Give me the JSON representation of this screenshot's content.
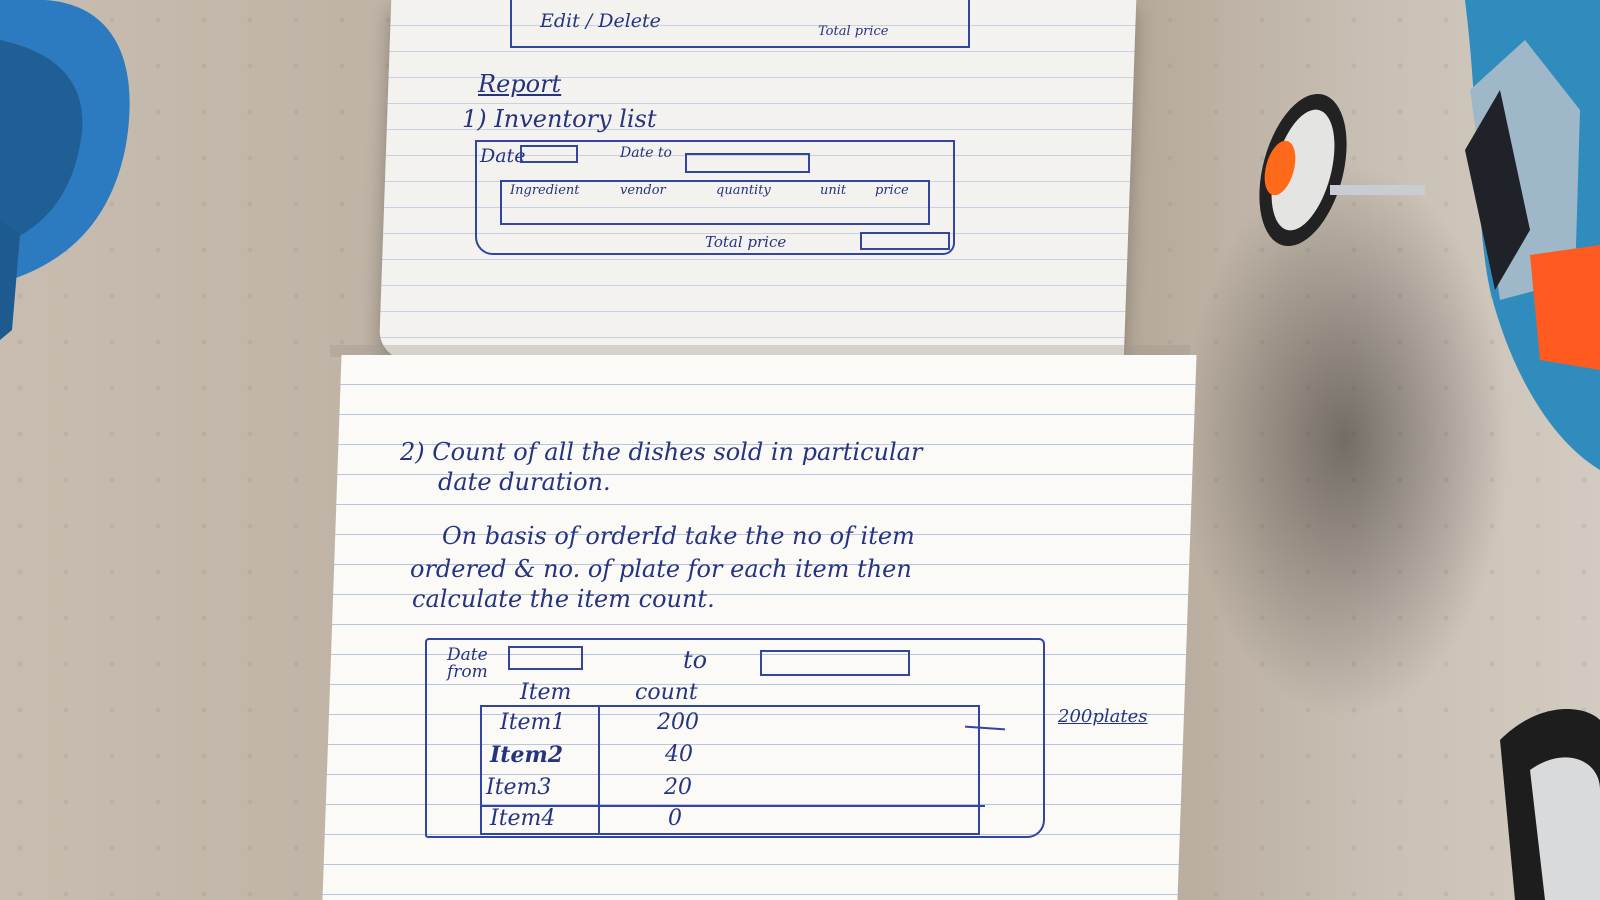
{
  "note_top": {
    "edit_delete": "Edit / Delete",
    "total_price_top": "Total price",
    "report_heading": "Report",
    "inventory": "1) Inventory list",
    "date_label": "Date",
    "to_label": "Date to",
    "headers": [
      "Ingredient",
      "vendor",
      "quantity",
      "unit",
      "price"
    ],
    "total_price_bottom": "Total price"
  },
  "note_bottom": {
    "title_line1": "2) Count of all the dishes sold in particular",
    "title_line2": "date duration.",
    "body_line1": "On basis of orderId take the no of item",
    "body_line2": "ordered & no. of plate for each item then",
    "body_line3": "calculate the item count.",
    "date_from": "Date from",
    "to": "to",
    "column_headers": [
      "Item",
      "count"
    ],
    "rows": [
      {
        "item": "Item1",
        "count": "200"
      },
      {
        "item": "Item2",
        "count": "40"
      },
      {
        "item": "Item3",
        "count": "20"
      },
      {
        "item": "Item4",
        "count": "0"
      }
    ],
    "annotation": "200plates"
  },
  "colors": {
    "ink": "#26347f",
    "paper": "#fbfaf7",
    "blue_toy": "#2c7bc0",
    "orange_toy": "#ff5a1f"
  }
}
